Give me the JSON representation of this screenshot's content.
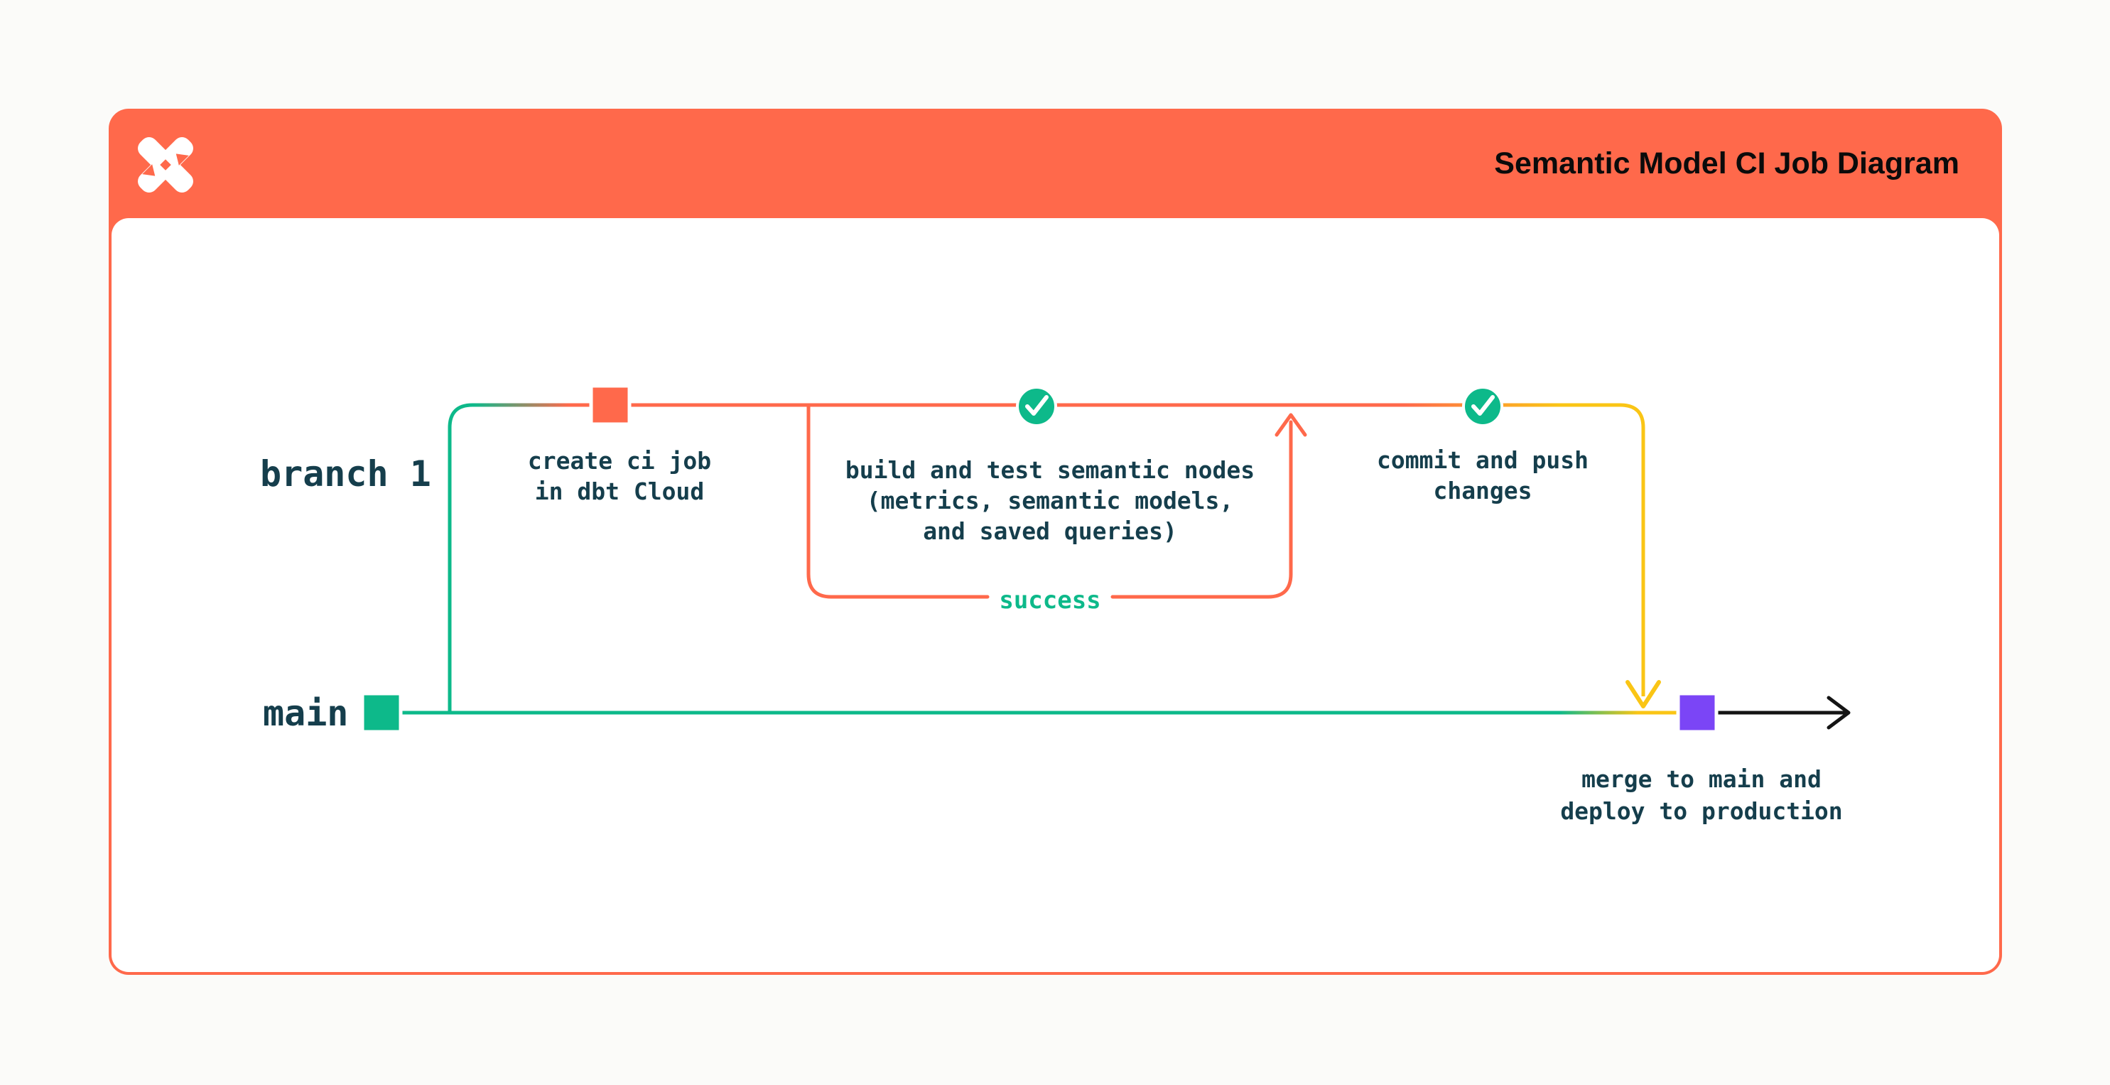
{
  "header": {
    "title": "Semantic Model CI Job Diagram",
    "logo": "dbt-logo",
    "background": "#FF694B"
  },
  "diagram": {
    "branch_label": "branch 1",
    "main_label": "main",
    "success_label": "success",
    "nodes": {
      "create_ci": {
        "marker": "orange-commit-square",
        "lines": [
          "create ci job",
          "in dbt Cloud"
        ]
      },
      "build_test": {
        "marker": "check-circle",
        "lines": [
          "build and test semantic nodes",
          "(metrics, semantic models,",
          "and saved queries)"
        ]
      },
      "commit_push": {
        "marker": "check-circle",
        "lines": [
          "commit and push",
          "changes"
        ]
      },
      "merge_deploy": {
        "marker": "purple-commit-square",
        "lines": [
          "merge to main and",
          "deploy to production"
        ]
      }
    }
  },
  "colors": {
    "orange": "#FF694B",
    "green": "#0DB98A",
    "yellow": "#FAC515",
    "purple": "#7B45F6",
    "dark_text": "#153E4C",
    "title_text": "#0B0B0B",
    "card_bg": "#FFFFFF",
    "page_bg": "#FBFBF9",
    "black_arrow": "#141414"
  }
}
